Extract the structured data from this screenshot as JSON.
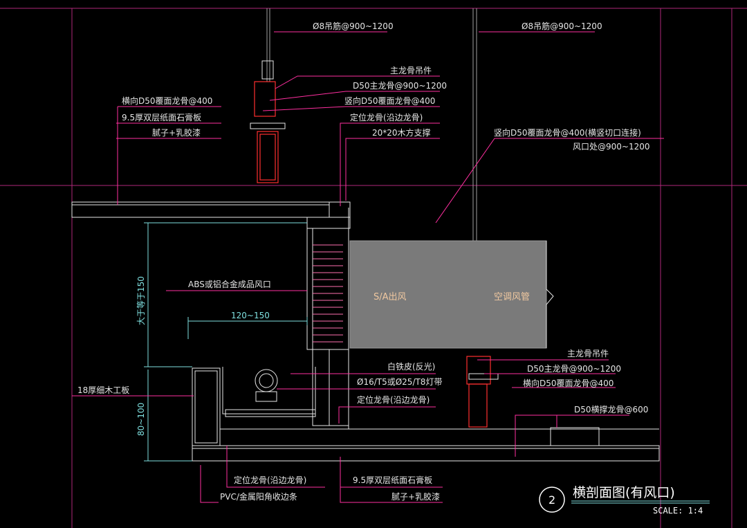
{
  "labels": {
    "rod_left": "Ø8吊筋@900~1200",
    "rod_right": "Ø8吊筋@900~1200",
    "hanger_top": "主龙骨吊件",
    "main_keel_top": "D50主龙骨@900~1200",
    "transverse_keel_left": "横向D50覆面龙骨@400",
    "board_left": "9.5厚双层纸面石膏板",
    "putty_left": "腻子+乳胶漆",
    "vertical_keel_top": "竖向D50覆面龙骨@400",
    "locating_keel_top": "定位龙骨(沿边龙骨)",
    "wood_support": "20*20木方支撑",
    "vertical_keel_right": "竖向D50覆面龙骨@400(横竖切口连接)",
    "vent_spacing": "风口处@900~1200",
    "vent": "ABS或铝合金成品风口",
    "sa_outlet": "S/A出风",
    "duct": "空调风管",
    "hanger_bottom": "主龙骨吊件",
    "main_keel_bottom": "D50主龙骨@900~1200",
    "transverse_keel_bottom": "横向D50覆面龙骨@400",
    "tin_sheet": "白铁皮(反光)",
    "lamp": "Ø16/T5或Ø25/T8灯带",
    "locating_keel_mid": "定位龙骨(沿边龙骨)",
    "cross_keel": "D50横撑龙骨@600",
    "blockboard": "18厚细木工板",
    "locating_keel_bottom": "定位龙骨(沿边龙骨)",
    "board_bottom": "9.5厚双层纸面石膏板",
    "corner_strip": "PVC/金属阳角收边条",
    "putty_bottom": "腻子+乳胶漆"
  },
  "dimensions": {
    "height_main": "大于等于150",
    "width_gap": "120~150",
    "height_lower": "80~100"
  },
  "title": {
    "number": "2",
    "text": "横剖面图(有风口)",
    "scale": "SCALE: 1:4"
  },
  "colors": {
    "leader": "#ff2fa0",
    "dimension": "#7fe0e0",
    "duct_fill": "#7a7a7a",
    "keel": "#ff3030"
  }
}
